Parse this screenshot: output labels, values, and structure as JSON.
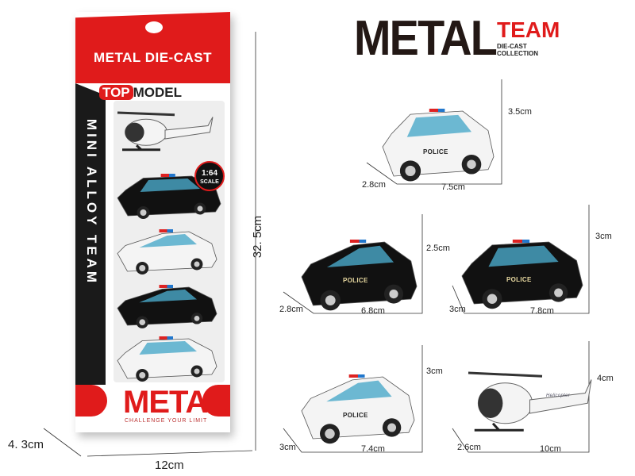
{
  "package": {
    "header": "METAL DIE-CAST",
    "brand_top": "TOP",
    "brand_model": "MODEL",
    "side_text": "MINI ALLOY TEAM",
    "scale_badge": "1:64",
    "scale_label": "SCALE",
    "bottom_title": "METAL",
    "slogan": "CHALLENGE YOUR LIMIT",
    "accent": "#e01b1b",
    "dims": {
      "height": "32. 5cm",
      "width": "12cm",
      "depth": "4. 3cm"
    }
  },
  "logo": {
    "main": "METAL",
    "team": "TEAM",
    "sub": "DIE-CAST COLLECTION"
  },
  "vehicles": [
    {
      "name": "police-van",
      "height": "3.5cm",
      "depth": "2.8cm",
      "length": "7.5cm",
      "color": "#f4f4f4",
      "label": "POLICE"
    },
    {
      "name": "police-sedan",
      "height": "2.5cm",
      "depth": "2.8cm",
      "length": "6.8cm",
      "color": "#111111",
      "label": "POLICE"
    },
    {
      "name": "police-pickup",
      "height": "3cm",
      "depth": "3cm",
      "length": "7.8cm",
      "color": "#111111",
      "label": "POLICE"
    },
    {
      "name": "police-suv",
      "height": "3cm",
      "depth": "3cm",
      "length": "7.4cm",
      "color": "#f4f4f4",
      "label": "POLICE"
    },
    {
      "name": "helicopter",
      "height": "4cm",
      "depth": "2.6cm",
      "length": "10cm",
      "color": "#f4f4f4",
      "label": "Helicopter"
    }
  ]
}
